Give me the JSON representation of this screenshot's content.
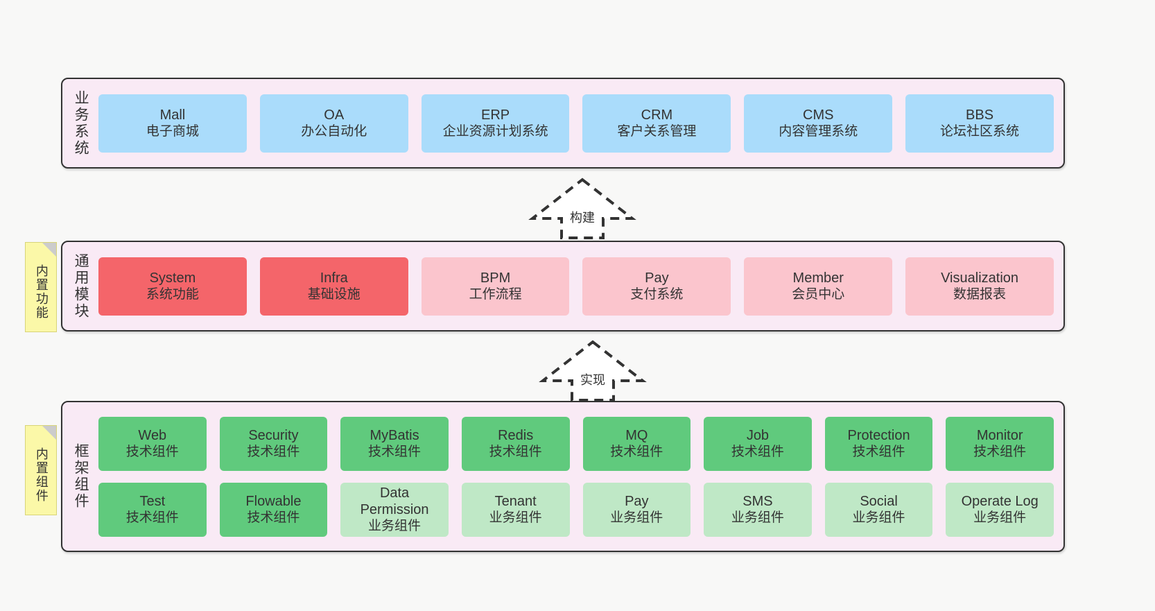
{
  "diagram": {
    "background": "#f8f8f7",
    "layer_fill": "#f9eaf5",
    "layer_border": "#333333"
  },
  "layers": [
    {
      "id": "business",
      "title": "业务系统",
      "note": null,
      "rows": [
        {
          "style": "blue",
          "color": "#aadcfb",
          "nodes": [
            {
              "en": "Mall",
              "cn": "电子商城"
            },
            {
              "en": "OA",
              "cn": "办公自动化"
            },
            {
              "en": "ERP",
              "cn": "企业资源计划系统"
            },
            {
              "en": "CRM",
              "cn": "客户关系管理"
            },
            {
              "en": "CMS",
              "cn": "内容管理系统"
            },
            {
              "en": "BBS",
              "cn": "论坛社区系统"
            }
          ]
        }
      ]
    },
    {
      "id": "modules",
      "title": "通用模块",
      "note": "内置功能",
      "rows": [
        {
          "style": "mixed",
          "nodes": [
            {
              "en": "System",
              "cn": "系统功能",
              "color": "red"
            },
            {
              "en": "Infra",
              "cn": "基础设施",
              "color": "red"
            },
            {
              "en": "BPM",
              "cn": "工作流程",
              "color": "pink"
            },
            {
              "en": "Pay",
              "cn": "支付系统",
              "color": "pink"
            },
            {
              "en": "Member",
              "cn": "会员中心",
              "color": "pink"
            },
            {
              "en": "Visualization",
              "cn": "数据报表",
              "color": "pink"
            }
          ]
        }
      ]
    },
    {
      "id": "framework",
      "title": "框架组件",
      "note": "内置组件",
      "rows": [
        {
          "style": "green",
          "color": "#60ca7d",
          "nodes": [
            {
              "en": "Web",
              "cn": "技术组件"
            },
            {
              "en": "Security",
              "cn": "技术组件"
            },
            {
              "en": "MyBatis",
              "cn": "技术组件"
            },
            {
              "en": "Redis",
              "cn": "技术组件"
            },
            {
              "en": "MQ",
              "cn": "技术组件"
            },
            {
              "en": "Job",
              "cn": "技术组件"
            },
            {
              "en": "Protection",
              "cn": "技术组件"
            },
            {
              "en": "Monitor",
              "cn": "技术组件"
            }
          ]
        },
        {
          "style": "mixed-green",
          "nodes": [
            {
              "en": "Test",
              "cn": "技术组件",
              "color": "green"
            },
            {
              "en": "Flowable",
              "cn": "技术组件",
              "color": "green"
            },
            {
              "en": "Data Permission",
              "cn": "业务组件",
              "color": "ltgreen"
            },
            {
              "en": "Tenant",
              "cn": "业务组件",
              "color": "ltgreen"
            },
            {
              "en": "Pay",
              "cn": "业务组件",
              "color": "ltgreen"
            },
            {
              "en": "SMS",
              "cn": "业务组件",
              "color": "ltgreen"
            },
            {
              "en": "Social",
              "cn": "业务组件",
              "color": "ltgreen"
            },
            {
              "en": "Operate Log",
              "cn": "业务组件",
              "color": "ltgreen"
            }
          ]
        }
      ]
    }
  ],
  "arrows": [
    {
      "id": "build",
      "label": "构建",
      "from": "modules",
      "to": "business"
    },
    {
      "id": "impl",
      "label": "实现",
      "from": "framework",
      "to": "modules"
    }
  ],
  "colors": {
    "blue": "#aadcfb",
    "red": "#f4656a",
    "pink": "#fbc5cd",
    "green": "#60ca7d",
    "light_green": "#bfe8c6",
    "note_yellow": "#fbf8a8",
    "layer_pink": "#f9eaf5"
  }
}
